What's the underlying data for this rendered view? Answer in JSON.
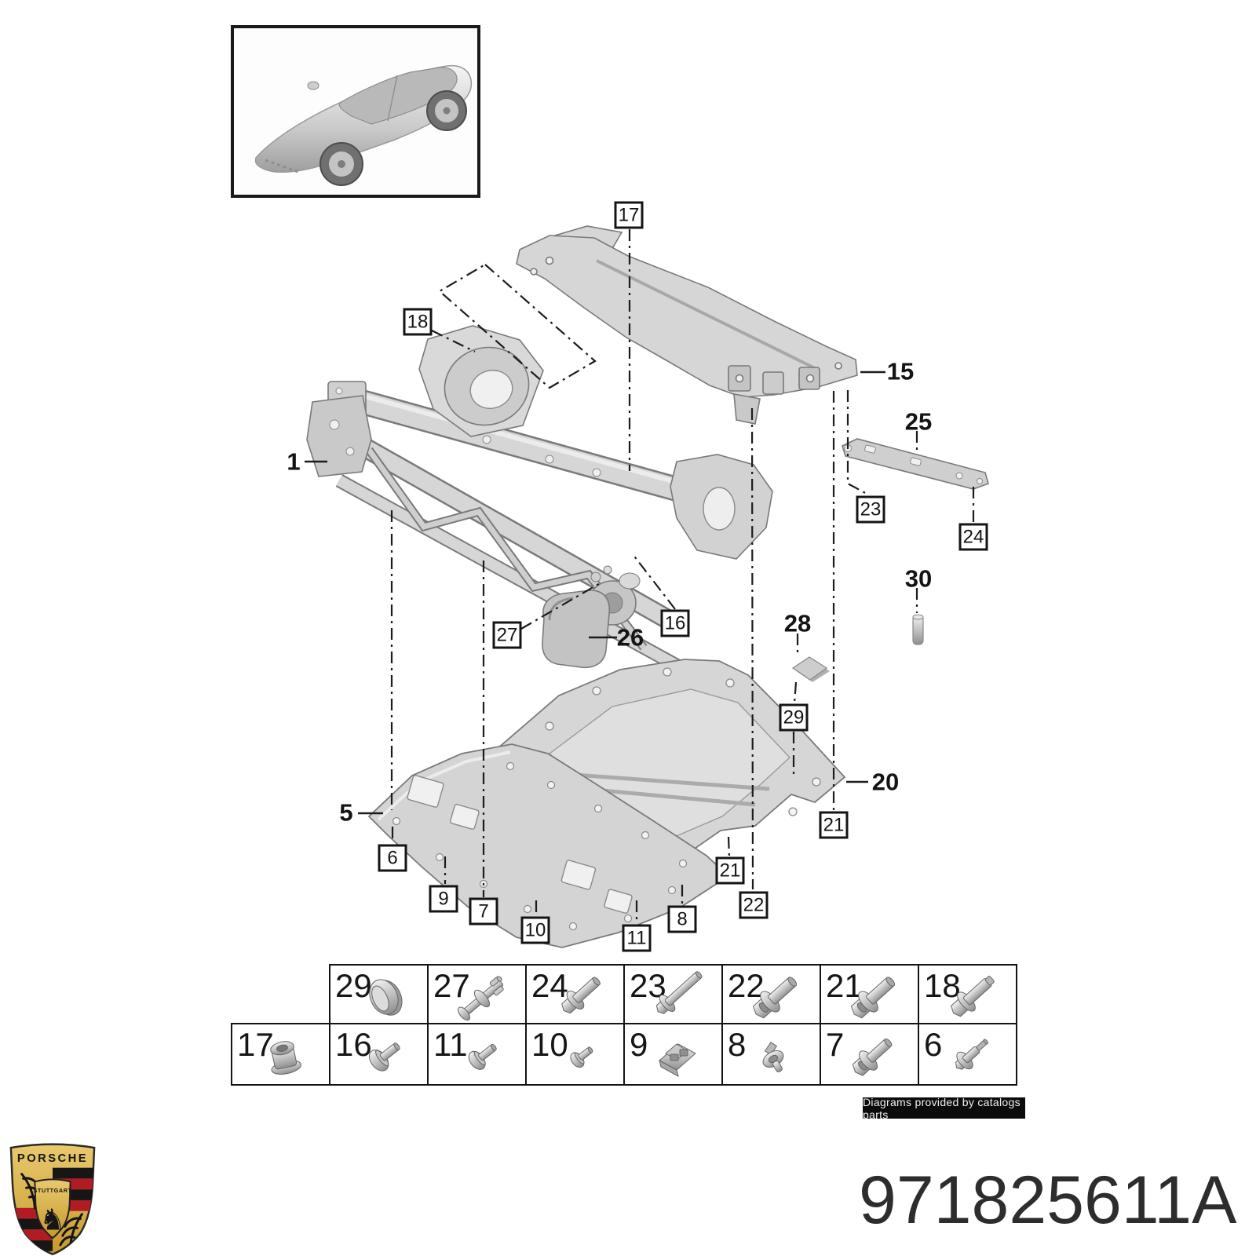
{
  "diagram": {
    "callouts": [
      {
        "label": "17",
        "boxed": true
      },
      {
        "label": "18",
        "boxed": true
      },
      {
        "label": "23",
        "boxed": true
      },
      {
        "label": "24",
        "boxed": true
      },
      {
        "label": "27",
        "boxed": true
      },
      {
        "label": "16",
        "boxed": true
      },
      {
        "label": "29",
        "boxed": true
      },
      {
        "label": "21",
        "boxed": true
      },
      {
        "label": "21",
        "boxed": true
      },
      {
        "label": "22",
        "boxed": true
      },
      {
        "label": "6",
        "boxed": true
      },
      {
        "label": "9",
        "boxed": true
      },
      {
        "label": "7",
        "boxed": true
      },
      {
        "label": "10",
        "boxed": true
      },
      {
        "label": "11",
        "boxed": true
      },
      {
        "label": "8",
        "boxed": true
      },
      {
        "label": "1",
        "boxed": false
      },
      {
        "label": "15",
        "boxed": false
      },
      {
        "label": "25",
        "boxed": false
      },
      {
        "label": "30",
        "boxed": false
      },
      {
        "label": "26",
        "boxed": false
      },
      {
        "label": "28",
        "boxed": false
      },
      {
        "label": "20",
        "boxed": false
      },
      {
        "label": "5",
        "boxed": false
      }
    ],
    "vehicle_thumbnail_icon": "porsche-panamera-three-quarter-view"
  },
  "fastener_table": {
    "rows": [
      [
        {
          "num": "29",
          "icon": "cap-plug-icon"
        },
        {
          "num": "27",
          "icon": "expansion-rivet-icon"
        },
        {
          "num": "24",
          "icon": "washer-bolt-icon"
        },
        {
          "num": "23",
          "icon": "long-bolt-icon"
        },
        {
          "num": "22",
          "icon": "torx-bolt-icon"
        },
        {
          "num": "21",
          "icon": "torx-bolt-icon"
        },
        {
          "num": "18",
          "icon": "hex-flange-bolt-icon"
        }
      ],
      [
        {
          "num": "17",
          "icon": "flange-nut-icon"
        },
        {
          "num": "16",
          "icon": "round-head-screw-icon"
        },
        {
          "num": "11",
          "icon": "pan-head-screw-icon"
        },
        {
          "num": "10",
          "icon": "small-screw-icon"
        },
        {
          "num": "9",
          "icon": "cage-clip-icon"
        },
        {
          "num": "8",
          "icon": "push-clip-icon"
        },
        {
          "num": "7",
          "icon": "torx-flange-bolt-icon"
        },
        {
          "num": "6",
          "icon": "shoulder-bolt-icon"
        }
      ]
    ]
  },
  "branding": {
    "brand_name": "PORSCHE",
    "crest_city": "STUTTGART",
    "horse_icon": "prancing-horse-icon"
  },
  "footer": {
    "part_number": "971825611A",
    "provider_badge": "Diagrams provided by catalogs parts"
  },
  "colors": {
    "line": "#1c1c1c",
    "part_fill": "#d6d6d6",
    "accent_red": "#b01b24",
    "crest_gold": "#d9b14b",
    "part_number_text": "#2d2d2d",
    "badge_bg": "#0b0b0b"
  }
}
